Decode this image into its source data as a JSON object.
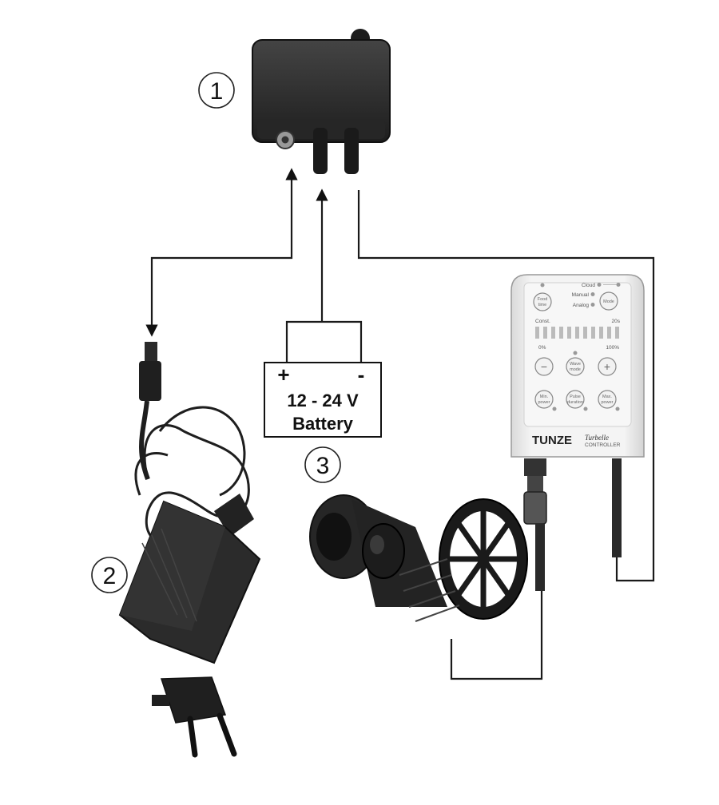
{
  "callouts": {
    "one": "1",
    "two": "2",
    "three": "3"
  },
  "battery": {
    "plus": "+",
    "minus": "-",
    "voltage": "12 - 24 V",
    "name": "Battery"
  },
  "controller": {
    "mode_cloud": "Cloud",
    "mode_manual": "Manual",
    "mode_analog": "Analog",
    "btn_food": "Food time",
    "btn_mode": "Mode",
    "bar_left": "Const.",
    "bar_right": "20s",
    "pct_low": "0%",
    "pct_high": "100%",
    "btn_minus": "−",
    "btn_wave": "Wave mode",
    "btn_plus": "+",
    "btn_min": "Min. power",
    "btn_pulse": "Pulse duration",
    "btn_max": "Max. power",
    "brand": "TUNZE",
    "brand_model": "Turbelle",
    "brand_sub": "CONTROLLER"
  },
  "colors": {
    "wire": "#1a1a1a",
    "device_dark": "#2b2b2b",
    "controller_body": "#ececec"
  }
}
